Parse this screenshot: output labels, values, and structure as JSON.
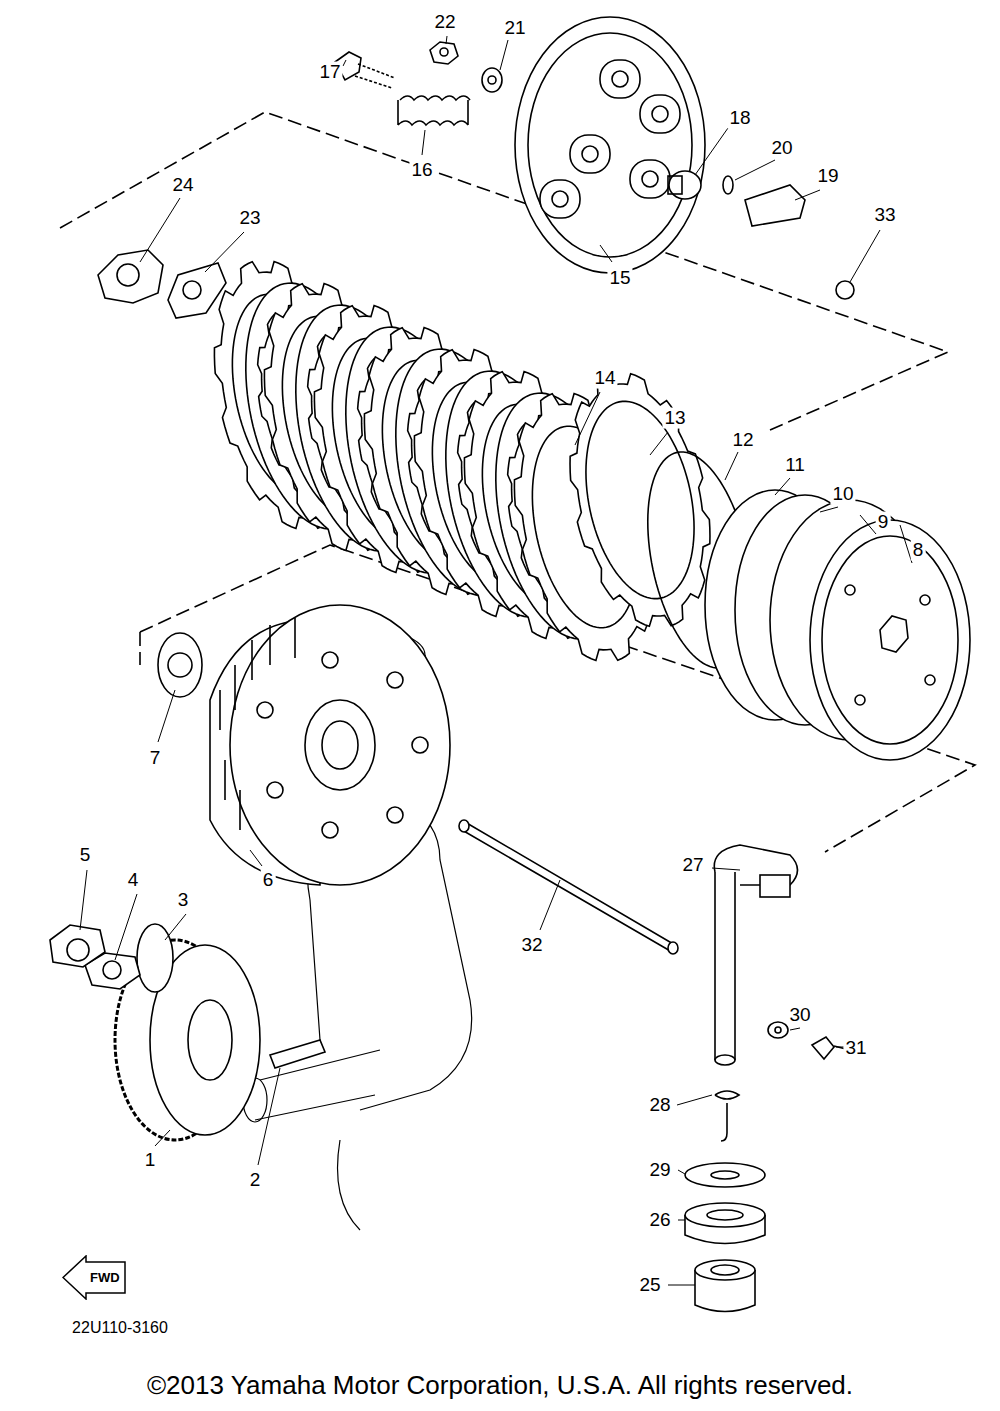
{
  "diagram": {
    "nodes": [
      {
        "text": [
          "FWD"
        ]
      }
    ],
    "labels": [
      "22",
      "21",
      "17",
      "18",
      "20",
      "19",
      "33",
      "16",
      "15",
      "24",
      "23",
      "14",
      "13",
      "12",
      "11",
      "10",
      "9",
      "8",
      "7",
      "6",
      "5",
      "4",
      "3",
      "1",
      "2",
      "27",
      "32",
      "30",
      "31",
      "28",
      "29",
      "26",
      "25",
      "22U110-3160",
      "©2013 Yamaha Motor Corporation, U.S.A. All rights reserved."
    ]
  }
}
